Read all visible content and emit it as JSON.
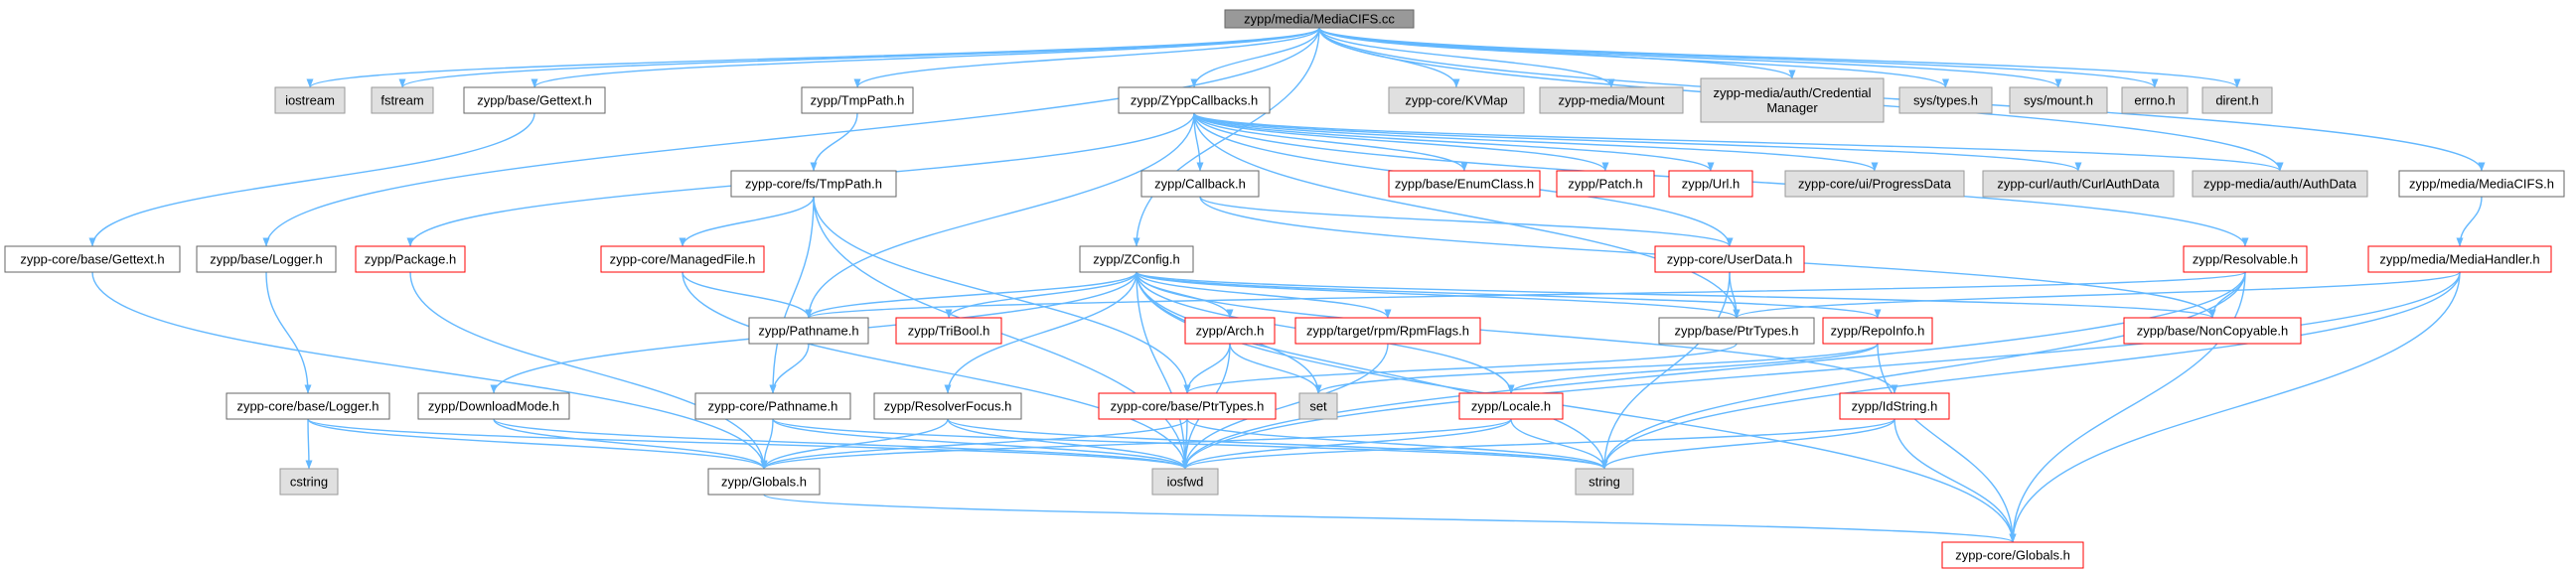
{
  "colors": {
    "edge": "#63b8ff",
    "root_fill": "#999999",
    "root_stroke": "#666666",
    "normal_fill": "#ffffff",
    "normal_stroke": "#666666",
    "truncated_stroke": "#ff0000",
    "system_fill": "#e0e0e0",
    "system_stroke": "#999999"
  },
  "nodes": [
    {
      "id": "root",
      "label": "zypp/media/MediaCIFS.cc",
      "kind": "root"
    },
    {
      "id": "iostream",
      "label": "iostream",
      "kind": "system"
    },
    {
      "id": "fstream",
      "label": "fstream",
      "kind": "system"
    },
    {
      "id": "base_gettext",
      "label": "zypp/base/Gettext.h",
      "kind": "normal"
    },
    {
      "id": "tmppath",
      "label": "zypp/TmpPath.h",
      "kind": "normal"
    },
    {
      "id": "zyppcallbacks",
      "label": "zypp/ZYppCallbacks.h",
      "kind": "normal"
    },
    {
      "id": "kvmap",
      "label": "zypp-core/KVMap",
      "kind": "system"
    },
    {
      "id": "media_mount",
      "label": "zypp-media/Mount",
      "kind": "system"
    },
    {
      "id": "credmgr",
      "label": "zypp-media/auth/Credential\nManager",
      "kind": "system"
    },
    {
      "id": "sys_types",
      "label": "sys/types.h",
      "kind": "system"
    },
    {
      "id": "sys_mount",
      "label": "sys/mount.h",
      "kind": "system"
    },
    {
      "id": "errno",
      "label": "errno.h",
      "kind": "system"
    },
    {
      "id": "dirent",
      "label": "dirent.h",
      "kind": "system"
    },
    {
      "id": "core_gettext",
      "label": "zypp-core/base/Gettext.h",
      "kind": "normal"
    },
    {
      "id": "base_logger",
      "label": "zypp/base/Logger.h",
      "kind": "normal"
    },
    {
      "id": "package",
      "label": "zypp/Package.h",
      "kind": "truncated"
    },
    {
      "id": "fs_tmppath",
      "label": "zypp-core/fs/TmpPath.h",
      "kind": "normal"
    },
    {
      "id": "managedfile",
      "label": "zypp-core/ManagedFile.h",
      "kind": "truncated"
    },
    {
      "id": "callback",
      "label": "zypp/Callback.h",
      "kind": "normal"
    },
    {
      "id": "enumclass",
      "label": "zypp/base/EnumClass.h",
      "kind": "truncated"
    },
    {
      "id": "patch",
      "label": "zypp/Patch.h",
      "kind": "truncated"
    },
    {
      "id": "url",
      "label": "zypp/Url.h",
      "kind": "truncated"
    },
    {
      "id": "progressdata",
      "label": "zypp-core/ui/ProgressData",
      "kind": "system"
    },
    {
      "id": "curlauth",
      "label": "zypp-curl/auth/CurlAuthData",
      "kind": "system"
    },
    {
      "id": "authdata",
      "label": "zypp-media/auth/AuthData",
      "kind": "system"
    },
    {
      "id": "mediacifs_h",
      "label": "zypp/media/MediaCIFS.h",
      "kind": "normal"
    },
    {
      "id": "zconfig",
      "label": "zypp/ZConfig.h",
      "kind": "normal"
    },
    {
      "id": "userdata",
      "label": "zypp-core/UserData.h",
      "kind": "truncated"
    },
    {
      "id": "resolvable",
      "label": "zypp/Resolvable.h",
      "kind": "truncated"
    },
    {
      "id": "mediahandler",
      "label": "zypp/media/MediaHandler.h",
      "kind": "truncated"
    },
    {
      "id": "pathname",
      "label": "zypp/Pathname.h",
      "kind": "normal"
    },
    {
      "id": "tribool",
      "label": "zypp/TriBool.h",
      "kind": "truncated"
    },
    {
      "id": "arch",
      "label": "zypp/Arch.h",
      "kind": "truncated"
    },
    {
      "id": "rpmflags",
      "label": "zypp/target/rpm/RpmFlags.h",
      "kind": "truncated"
    },
    {
      "id": "base_ptrtypes",
      "label": "zypp/base/PtrTypes.h",
      "kind": "normal"
    },
    {
      "id": "repoinfo",
      "label": "zypp/RepoInfo.h",
      "kind": "truncated"
    },
    {
      "id": "noncopyable",
      "label": "zypp/base/NonCopyable.h",
      "kind": "truncated"
    },
    {
      "id": "core_logger",
      "label": "zypp-core/base/Logger.h",
      "kind": "normal"
    },
    {
      "id": "downloadmode",
      "label": "zypp/DownloadMode.h",
      "kind": "normal"
    },
    {
      "id": "core_pathname",
      "label": "zypp-core/Pathname.h",
      "kind": "normal"
    },
    {
      "id": "resolverfocus",
      "label": "zypp/ResolverFocus.h",
      "kind": "normal"
    },
    {
      "id": "core_ptrtypes",
      "label": "zypp-core/base/PtrTypes.h",
      "kind": "truncated"
    },
    {
      "id": "set",
      "label": "set",
      "kind": "system"
    },
    {
      "id": "locale",
      "label": "zypp/Locale.h",
      "kind": "truncated"
    },
    {
      "id": "idstring",
      "label": "zypp/IdString.h",
      "kind": "truncated"
    },
    {
      "id": "cstring",
      "label": "cstring",
      "kind": "system"
    },
    {
      "id": "globals",
      "label": "zypp/Globals.h",
      "kind": "normal"
    },
    {
      "id": "iosfwd",
      "label": "iosfwd",
      "kind": "system"
    },
    {
      "id": "string",
      "label": "string",
      "kind": "system"
    },
    {
      "id": "core_globals",
      "label": "zypp-core/Globals.h",
      "kind": "truncated"
    }
  ],
  "edges": [
    [
      "root",
      "iostream"
    ],
    [
      "root",
      "fstream"
    ],
    [
      "root",
      "base_gettext"
    ],
    [
      "root",
      "base_logger"
    ],
    [
      "root",
      "tmppath"
    ],
    [
      "root",
      "zconfig"
    ],
    [
      "root",
      "zyppcallbacks"
    ],
    [
      "root",
      "kvmap"
    ],
    [
      "root",
      "media_mount"
    ],
    [
      "root",
      "credmgr"
    ],
    [
      "root",
      "authdata"
    ],
    [
      "root",
      "sys_types"
    ],
    [
      "root",
      "sys_mount"
    ],
    [
      "root",
      "errno"
    ],
    [
      "root",
      "dirent"
    ],
    [
      "root",
      "mediacifs_h"
    ],
    [
      "base_gettext",
      "core_gettext"
    ],
    [
      "core_gettext",
      "globals"
    ],
    [
      "base_logger",
      "core_logger"
    ],
    [
      "core_logger",
      "cstring"
    ],
    [
      "core_logger",
      "iosfwd"
    ],
    [
      "core_logger",
      "globals"
    ],
    [
      "tmppath",
      "fs_tmppath"
    ],
    [
      "fs_tmppath",
      "managedfile"
    ],
    [
      "fs_tmppath",
      "core_pathname"
    ],
    [
      "fs_tmppath",
      "core_ptrtypes"
    ],
    [
      "fs_tmppath",
      "iosfwd"
    ],
    [
      "managedfile",
      "pathname"
    ],
    [
      "managedfile",
      "iosfwd"
    ],
    [
      "package",
      "globals"
    ],
    [
      "zyppcallbacks",
      "package"
    ],
    [
      "zyppcallbacks",
      "callback"
    ],
    [
      "zyppcallbacks",
      "enumclass"
    ],
    [
      "zyppcallbacks",
      "patch"
    ],
    [
      "zyppcallbacks",
      "url"
    ],
    [
      "zyppcallbacks",
      "progressdata"
    ],
    [
      "zyppcallbacks",
      "curlauth"
    ],
    [
      "zyppcallbacks",
      "authdata"
    ],
    [
      "zyppcallbacks",
      "pathname"
    ],
    [
      "zyppcallbacks",
      "userdata"
    ],
    [
      "zyppcallbacks",
      "resolvable"
    ],
    [
      "zyppcallbacks",
      "base_ptrtypes"
    ],
    [
      "callback",
      "userdata"
    ],
    [
      "callback",
      "noncopyable"
    ],
    [
      "userdata",
      "base_ptrtypes"
    ],
    [
      "userdata",
      "string"
    ],
    [
      "mediacifs_h",
      "mediahandler"
    ],
    [
      "mediahandler",
      "base_ptrtypes"
    ],
    [
      "mediahandler",
      "core_globals"
    ],
    [
      "mediahandler",
      "iosfwd"
    ],
    [
      "mediahandler",
      "string"
    ],
    [
      "resolvable",
      "noncopyable"
    ],
    [
      "resolvable",
      "core_globals"
    ],
    [
      "resolvable",
      "string"
    ],
    [
      "resolvable",
      "iosfwd"
    ],
    [
      "resolvable",
      "pathname"
    ],
    [
      "zconfig",
      "downloadmode"
    ],
    [
      "zconfig",
      "pathname"
    ],
    [
      "zconfig",
      "tribool"
    ],
    [
      "zconfig",
      "arch"
    ],
    [
      "zconfig",
      "rpmflags"
    ],
    [
      "zconfig",
      "base_ptrtypes"
    ],
    [
      "zconfig",
      "repoinfo"
    ],
    [
      "zconfig",
      "noncopyable"
    ],
    [
      "zconfig",
      "resolverfocus"
    ],
    [
      "zconfig",
      "locale"
    ],
    [
      "zconfig",
      "idstring"
    ],
    [
      "zconfig",
      "set"
    ],
    [
      "zconfig",
      "string"
    ],
    [
      "zconfig",
      "iosfwd"
    ],
    [
      "zconfig",
      "core_globals"
    ],
    [
      "pathname",
      "core_pathname"
    ],
    [
      "core_pathname",
      "string"
    ],
    [
      "core_pathname",
      "iosfwd"
    ],
    [
      "core_pathname",
      "globals"
    ],
    [
      "arch",
      "set"
    ],
    [
      "arch",
      "iosfwd"
    ],
    [
      "arch",
      "core_ptrtypes"
    ],
    [
      "rpmflags",
      "iosfwd"
    ],
    [
      "base_ptrtypes",
      "core_ptrtypes"
    ],
    [
      "repoinfo",
      "locale"
    ],
    [
      "repoinfo",
      "core_globals"
    ],
    [
      "repoinfo",
      "set"
    ],
    [
      "downloadmode",
      "globals"
    ],
    [
      "downloadmode",
      "iosfwd"
    ],
    [
      "resolverfocus",
      "globals"
    ],
    [
      "resolverfocus",
      "string"
    ],
    [
      "resolverfocus",
      "iosfwd"
    ],
    [
      "core_ptrtypes",
      "iosfwd"
    ],
    [
      "core_ptrtypes",
      "string"
    ],
    [
      "core_ptrtypes",
      "globals"
    ],
    [
      "locale",
      "string"
    ],
    [
      "locale",
      "iosfwd"
    ],
    [
      "locale",
      "globals"
    ],
    [
      "idstring",
      "string"
    ],
    [
      "idstring",
      "iosfwd"
    ],
    [
      "idstring",
      "core_globals"
    ],
    [
      "globals",
      "core_globals"
    ]
  ]
}
